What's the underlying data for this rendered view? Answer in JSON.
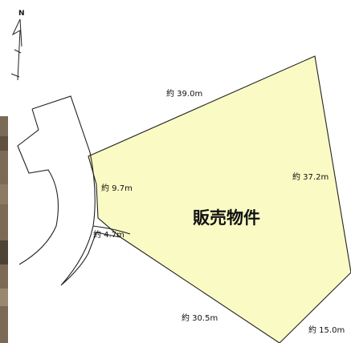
{
  "map": {
    "north_label": "N",
    "property_label": "販売物件",
    "dimensions": [
      {
        "id": "top",
        "text": "約 39.0m"
      },
      {
        "id": "right",
        "text": "約 37.2m"
      },
      {
        "id": "left-upper",
        "text": "約 9.7m"
      },
      {
        "id": "left-lower",
        "text": "約 4.7m"
      },
      {
        "id": "bottom",
        "text": "約 30.5m"
      },
      {
        "id": "bottom-right",
        "text": "約 15.0m"
      }
    ]
  },
  "colors": {
    "property_fill": "#fafbc4",
    "outline": "#222222",
    "background": "#ffffff",
    "photo_strip": "#7b6a55"
  },
  "icons": {
    "north_arrow": "north-arrow-icon"
  }
}
